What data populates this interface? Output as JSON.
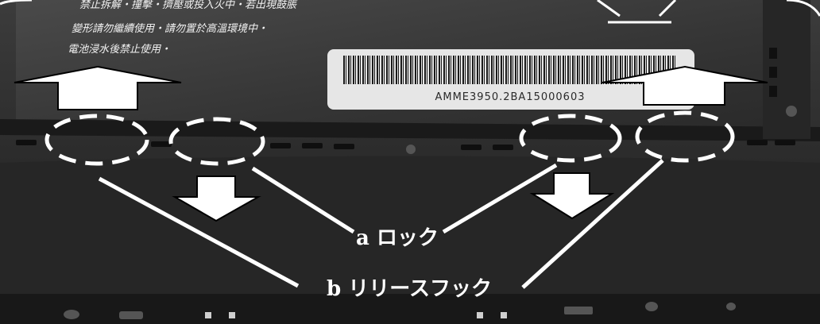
{
  "battery": {
    "warning_lines": [
      "禁止拆解・撞擊・擠壓或投入火中・若出現鼓脹",
      "變形請勿繼續使用・請勿置於高溫環境中・",
      "電池浸水後禁止使用・"
    ],
    "barcode_text": "AMME3950.2BA15000603"
  },
  "callouts": {
    "lock": "a ロック",
    "release_hook": "b リリースフック"
  },
  "colors": {
    "dark": "#1f1f1f",
    "battery": "#3a3a3a",
    "highlight": "#ffffff"
  }
}
